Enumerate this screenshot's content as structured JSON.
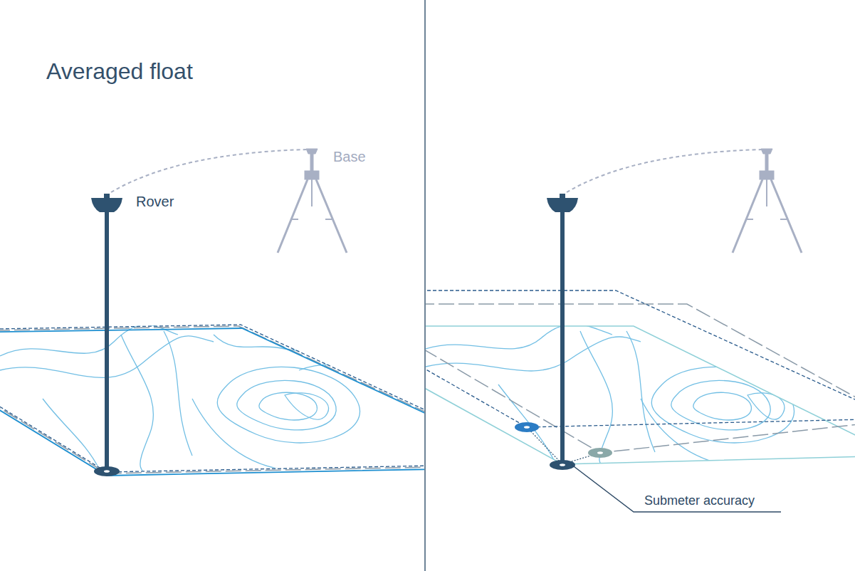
{
  "diagram": {
    "title": "Averaged float",
    "labels": [
      "Base",
      "Rover",
      "Submeter accuracy"
    ]
  }
}
